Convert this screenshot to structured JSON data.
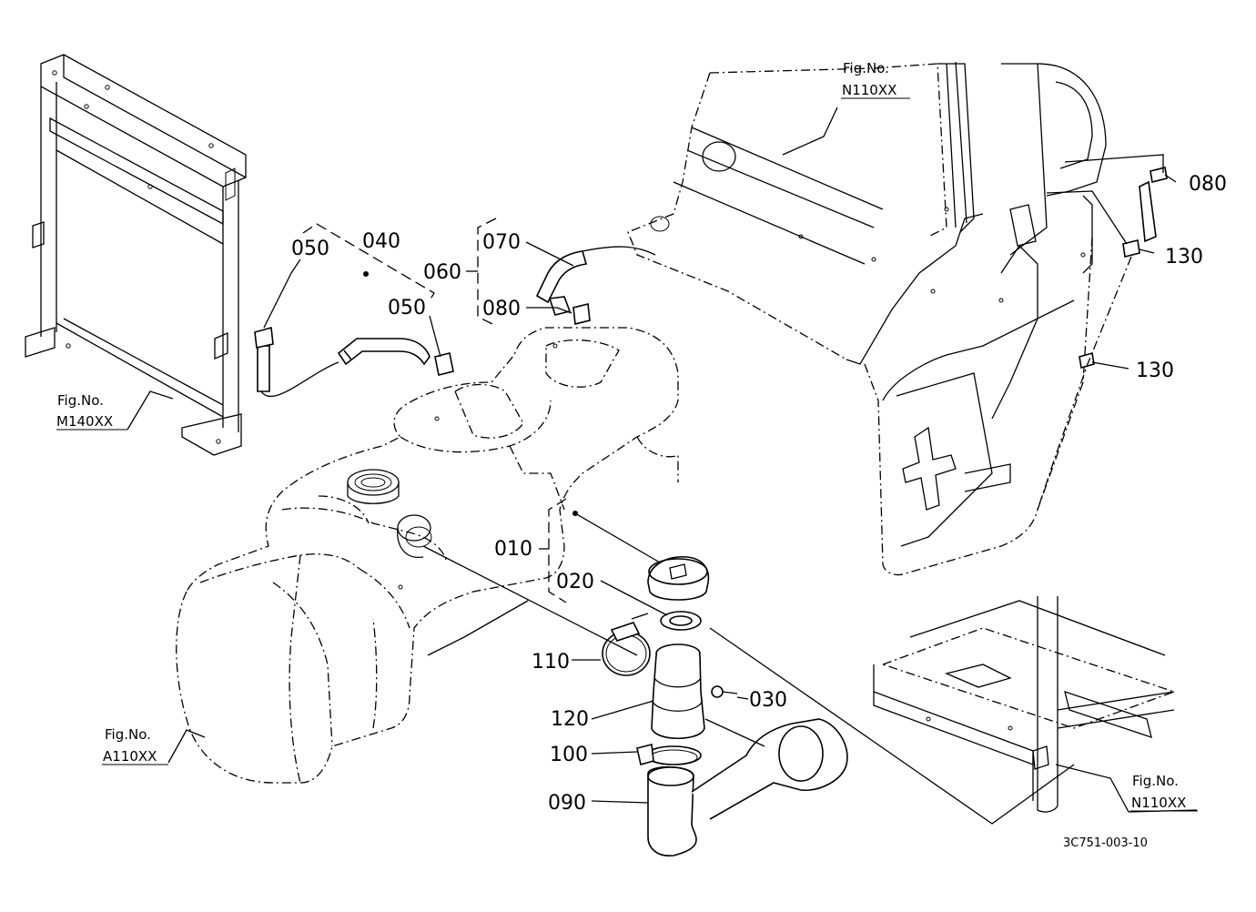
{
  "labels": {
    "p010": "010",
    "p020": "020",
    "p030": "030",
    "p040": "040",
    "p050a": "050",
    "p050b": "050",
    "p060": "060",
    "p070": "070",
    "p080a": "080",
    "p080b": "080",
    "p090": "090",
    "p100": "100",
    "p110": "110",
    "p120": "120",
    "p130a": "130",
    "p130b": "130"
  },
  "figrefs": {
    "m140": {
      "top": "Fig.No.",
      "bottom": "M140XX"
    },
    "a110": {
      "top": "Fig.No.",
      "bottom": "A110XX"
    },
    "n110_top": {
      "top": "Fig.No.",
      "bottom": "N110XX"
    },
    "n110_bottom": {
      "top": "Fig.No.",
      "bottom": "N110XX"
    }
  },
  "drawing_code": "3C751-003-10"
}
